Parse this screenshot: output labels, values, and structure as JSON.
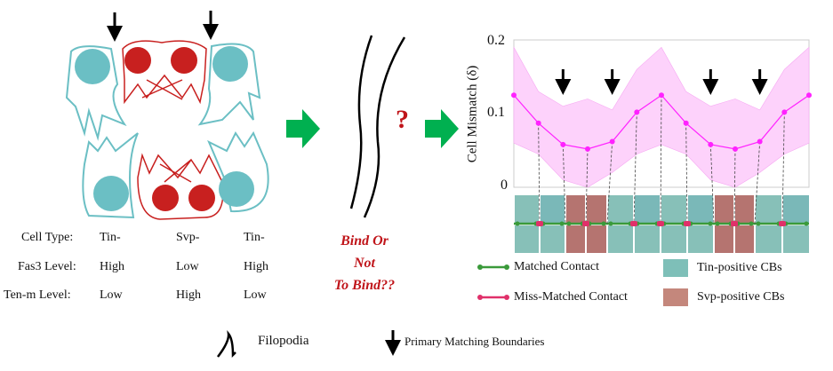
{
  "table": {
    "rows": [
      {
        "label": "Cell Type:",
        "values": [
          "Tin-",
          "Svp-",
          "Tin-"
        ]
      },
      {
        "label": "Fas3 Level:",
        "values": [
          "High",
          "Low",
          "High"
        ]
      },
      {
        "label": "Ten-m Level:",
        "values": [
          "Low",
          "High",
          "Low"
        ]
      }
    ]
  },
  "question": {
    "mark": "?",
    "lines": [
      "Bind Or",
      "Not",
      "To Bind??"
    ]
  },
  "legend": {
    "filopodia": "Filopodia",
    "arrow": "Primary Matching Boundaries",
    "matched": "Matched Contact",
    "mismatched": "Miss-Matched Contact",
    "tin": "Tin-positive CBs",
    "svp": "Svp-positive CBs"
  },
  "colors": {
    "tin": "#6bbfc4",
    "svp": "#c8201f",
    "arrow": "#00b050",
    "band": "#fdd2fb",
    "line": "#ff22ff",
    "matched": "#3a9a3a",
    "mismatched": "#e0306a",
    "tinCB": "#7ebfb8",
    "svpCB": "#b57470"
  },
  "chart_data": {
    "type": "line",
    "ylabel": "Cell Mismatch (δ)",
    "ylim": [
      0,
      0.2
    ],
    "yticks": [
      "0",
      "0.1",
      "0.2"
    ],
    "x": [
      0,
      1,
      2,
      3,
      4,
      5,
      6,
      7,
      8,
      9,
      10,
      11,
      12
    ],
    "values": [
      0.125,
      0.087,
      0.058,
      0.052,
      0.062,
      0.102,
      0.125,
      0.087,
      0.058,
      0.052,
      0.062,
      0.102,
      0.125
    ],
    "upper": [
      0.19,
      0.13,
      0.11,
      0.12,
      0.105,
      0.16,
      0.19,
      0.13,
      0.11,
      0.12,
      0.105,
      0.16,
      0.19
    ],
    "lower": [
      0.06,
      0.045,
      0.01,
      -0.01,
      0.02,
      0.045,
      0.058,
      0.045,
      0.01,
      -0.01,
      0.02,
      0.045,
      0.06
    ],
    "arrows_at": [
      2,
      4,
      8,
      10
    ],
    "cells": [
      "tin",
      "tin",
      "svp",
      "svp",
      "tin",
      "tin",
      "tin",
      "tin",
      "svp",
      "svp",
      "tin",
      "tin"
    ],
    "contacts": [
      "matched",
      "mismatched",
      "matched",
      "mismatched",
      "matched",
      "mismatched",
      "mismatched",
      "mismatched",
      "matched",
      "mismatched",
      "matched",
      "mismatched",
      "matched"
    ]
  }
}
